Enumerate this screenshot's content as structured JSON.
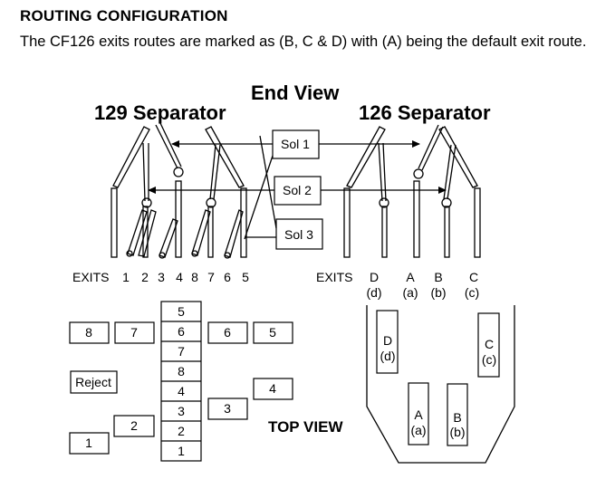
{
  "heading": "ROUTING CONFIGURATION",
  "intro": "The CF126 exits routes are marked as (B, C & D) with (A) being the default exit route.",
  "end_view": {
    "title": "End View",
    "left_title": "129 Separator",
    "right_title": "126 Separator",
    "solenoids": [
      "Sol 1",
      "Sol 2",
      "Sol 3"
    ],
    "left_exits_label": "EXITS",
    "left_exits": [
      "1",
      "2",
      "3",
      "4",
      "8",
      "7",
      "6",
      "5"
    ],
    "right_exits_label": "EXITS",
    "right_exit_letters": [
      "D",
      "A",
      "B",
      "C"
    ],
    "right_exit_sub": [
      "(d)",
      "(a)",
      "(b)",
      "(c)"
    ]
  },
  "stack": [
    "5",
    "6",
    "7",
    "8",
    "4",
    "3",
    "2",
    "1"
  ],
  "side_boxes": {
    "b8": "8",
    "b7": "7",
    "b6": "6",
    "b5": "5",
    "reject": "Reject",
    "b4": "4",
    "b3": "3",
    "b2": "2",
    "b1": "1"
  },
  "top_view": {
    "label": "TOP VIEW",
    "slots": [
      {
        "letter": "D",
        "sub": "(d)"
      },
      {
        "letter": "C",
        "sub": "(c)"
      },
      {
        "letter": "A",
        "sub": "(a)"
      },
      {
        "letter": "B",
        "sub": "(b)"
      }
    ]
  }
}
